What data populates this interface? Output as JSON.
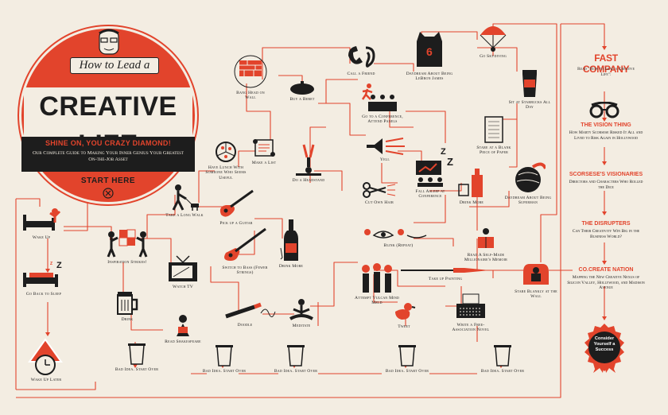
{
  "title": {
    "how_to": "How to Lead a",
    "big": "CREATIVE LIFE",
    "shine": "SHINE ON, YOU CRAZY DIAMOND!",
    "subtitle": "Our Complete Guide to Making Your Inner Genius Your Greatest On-the-Job Asset",
    "start": "START HERE"
  },
  "nodes": {
    "wake_up": "Wake Up",
    "go_back_to_sleep": "Go Back to Sleep",
    "wake_up_later": "Wake Up Later",
    "inspiration_strikes": "Inspiration Strikes!",
    "drink": "Drink",
    "watch_tv": "Watch TV",
    "read_shakespeare": "Read Shakespeare",
    "take_a_long_walk": "Take a Long Walk",
    "have_lunch": "Have Lunch With Someone Who Seems Useful",
    "make_a_list": "Make a List",
    "pick_up_a_guitar": "Pick up a Guitar",
    "switch_to_bass": "Switch to Bass (Fewer Strings)",
    "drink_more_1": "Drink More",
    "doodle": "Doodle",
    "meditate": "Meditate",
    "bang_head": "Bang Head on Wall",
    "buy_a_beret": "Buy a Beret",
    "do_a_headstand": "Do a Headstand",
    "call_a_friend": "Call a Friend",
    "daydream_lebron": "Daydream About Being LeBron James",
    "go_skydiving": "Go Skydiving",
    "sit_at_starbucks": "Sit at Starbucks All Day",
    "go_to_conference": "Go to a Conference, Attend Panels",
    "yell": "Yell",
    "cut_own_hair": "Cut Own Hair",
    "fall_asleep": "Fall Asleep at Conference",
    "drink_more_2": "Drink More",
    "stare_blank_page": "Stare at a Blank Piece of Paper",
    "daydream_superman": "Daydream About Being Superman",
    "blink": "Blink (Repeat)",
    "read_memoir": "Read A Self-Made Millionaire's Memoir",
    "take_up_painting": "Take up Painting",
    "stare_blankly": "Stare Blankly at the Wall",
    "attempt_mind_meld": "Attempt Vulcan Mind Meld",
    "tweet": "Tweet",
    "write_novel": "Write a Free-Association Novel",
    "bad_idea": "Bad Idea. Start Over"
  },
  "sidebar": {
    "logo": "FAST COMPANY",
    "read_line": "Read \"How to Lead a Creative Life\":",
    "sections": [
      {
        "head": "THE VISION THING",
        "text": "How Marty Scorsese Risked It All and Lived to Risk Again in Hollywood"
      },
      {
        "head": "SCORSESE'S VISIONARIES",
        "text": "Directors and Characters Who Rolled the Dice"
      },
      {
        "head": "THE DISRUPTERS",
        "text": "Can Their Creativity Win Big in the Business World?"
      },
      {
        "head": "CO.CREATE NATION",
        "text": "Mapping the New Creative Nexus of Silicon Valley, Hollywood, and Madison Avenue"
      }
    ],
    "seal": "Consider Yourself a Success"
  },
  "colors": {
    "background": "#f3ede2",
    "accent": "#e2442c",
    "ink": "#1d1d1d"
  }
}
